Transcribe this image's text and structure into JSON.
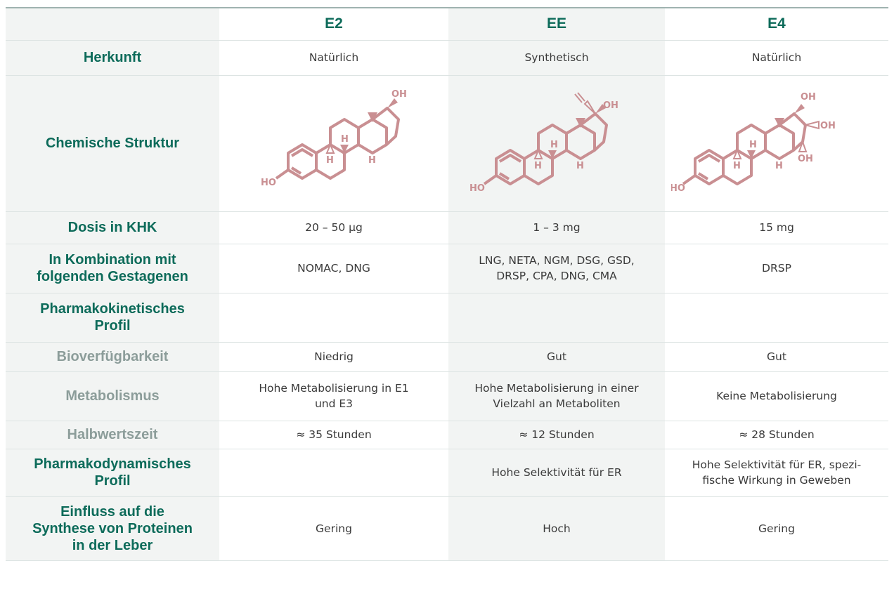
{
  "columns": [
    "E2",
    "EE",
    "E4"
  ],
  "rows": [
    {
      "label": "Herkunft",
      "values": [
        "Natürlich",
        "Synthetisch",
        "Natürlich"
      ]
    },
    {
      "label": "Chemische Struktur"
    },
    {
      "label": "Dosis in KHK",
      "values": [
        "20 – 50 µg",
        "1 – 3 mg",
        "15 mg"
      ]
    },
    {
      "label_lines": [
        "In Kombination mit",
        "folgenden Gestagenen"
      ],
      "values": [
        [
          "NOMAC, DNG"
        ],
        [
          "LNG, NETA, NGM, DSG, GSD,",
          "DRSP, CPA, DNG, CMA"
        ],
        [
          "DRSP"
        ]
      ]
    },
    {
      "label_lines": [
        "Pharmakokinetisches",
        "Profil"
      ]
    },
    {
      "label": "Bioverfügbarkeit",
      "values": [
        "Niedrig",
        "Gut",
        "Gut"
      ]
    },
    {
      "label": "Metabolismus",
      "values": [
        [
          "Hohe Metabolisierung in E1",
          "und E3"
        ],
        [
          "Hohe Metabolisierung in einer",
          "Vielzahl an Metaboliten"
        ],
        [
          "Keine Metabolisierung"
        ]
      ]
    },
    {
      "label": "Halbwertszeit",
      "values": [
        "≈ 35 Stunden",
        "≈ 12 Stunden",
        "≈ 28 Stunden"
      ]
    },
    {
      "label_lines": [
        "Pharmakodynamisches",
        "Profil"
      ],
      "values": [
        [
          ""
        ],
        [
          "Hohe Selektivität für ER"
        ],
        [
          "Hohe Selektivität für ER, spezi-",
          "fische Wirkung in Geweben"
        ]
      ]
    },
    {
      "label_lines": [
        "Einfluss auf die",
        "Synthese von Proteinen",
        "in der Leber"
      ],
      "values": [
        "Gering",
        "Hoch",
        "Gering"
      ]
    }
  ],
  "molecule_labels": {
    "oh": "OH",
    "ho": "HO",
    "h": "H"
  },
  "colors": {
    "accent": "#0d6b5a",
    "sub_label": "#8c9d9a",
    "structure": "#c98f92",
    "shade": "#f2f4f3"
  }
}
